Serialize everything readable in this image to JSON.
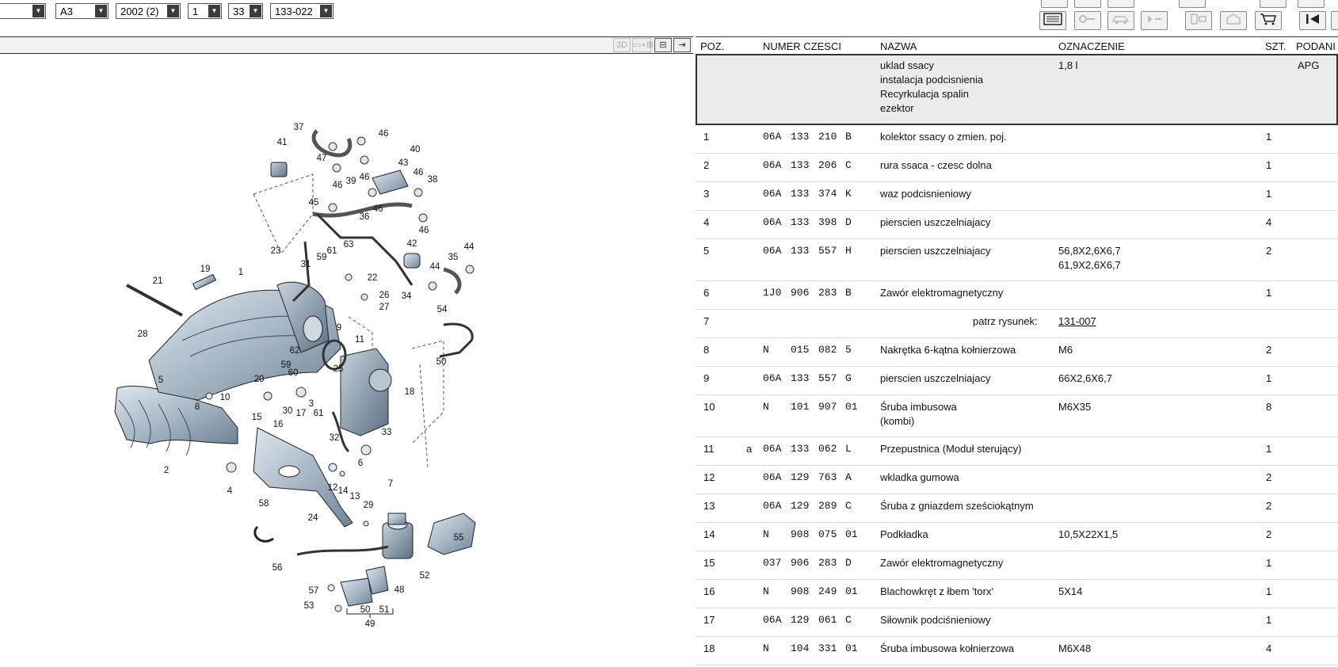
{
  "selectors": [
    {
      "value": ""
    },
    {
      "value": "A3"
    },
    {
      "value": "2002 (2)"
    },
    {
      "value": "1"
    },
    {
      "value": "33"
    },
    {
      "value": "133-022"
    }
  ],
  "strip_buttons": [
    "3D",
    "▭+⊞",
    "⊟",
    "⇥"
  ],
  "table": {
    "headers": {
      "pos": "POZ.",
      "part_number": "NUMER CZESCI",
      "name": "NAZWA",
      "designation": "OZNACZENIE",
      "qty": "SZT.",
      "given": "PODANI"
    },
    "header_box": {
      "names": [
        "uklad ssacy",
        "instalacja podcisnienia",
        "Recyrkulacja spalin",
        "ezektor"
      ],
      "designation": "1,8 l",
      "given": "APG"
    },
    "rows": [
      {
        "pos": "1",
        "flag": "",
        "pn1": "06A",
        "pn2": "133",
        "pn3": "210",
        "pn4": "B",
        "name": "kolektor ssacy o zmien. poj.",
        "name2": "",
        "desc": "",
        "desc2": "",
        "qty": "1"
      },
      {
        "pos": "2",
        "flag": "",
        "pn1": "06A",
        "pn2": "133",
        "pn3": "206",
        "pn4": "C",
        "name": "rura ssaca - czesc dolna",
        "name2": "",
        "desc": "",
        "desc2": "",
        "qty": "1"
      },
      {
        "pos": "3",
        "flag": "",
        "pn1": "06A",
        "pn2": "133",
        "pn3": "374",
        "pn4": "K",
        "name": "waz podcisnieniowy",
        "name2": "",
        "desc": "",
        "desc2": "",
        "qty": "1"
      },
      {
        "pos": "4",
        "flag": "",
        "pn1": "06A",
        "pn2": "133",
        "pn3": "398",
        "pn4": "D",
        "name": "pierscien uszczelniajacy",
        "name2": "",
        "desc": "",
        "desc2": "",
        "qty": "4"
      },
      {
        "pos": "5",
        "flag": "",
        "pn1": "06A",
        "pn2": "133",
        "pn3": "557",
        "pn4": "H",
        "name": "pierscien uszczelniajacy",
        "name2": "",
        "desc": "56,8X2,6X6,7",
        "desc2": "61,9X2,6X6,7",
        "qty": "2"
      },
      {
        "pos": "6",
        "flag": "",
        "pn1": "1J0",
        "pn2": "906",
        "pn3": "283",
        "pn4": "B",
        "name": "Zawór elektromagnetyczny",
        "name2": "",
        "desc": "",
        "desc2": "",
        "qty": "1"
      },
      {
        "pos": "7",
        "flag": "",
        "pn1": "",
        "pn2": "",
        "pn3": "",
        "pn4": "",
        "name": "",
        "name2": "",
        "desc": "",
        "desc2": "",
        "qty": "",
        "see_label": "patrz rysunek:",
        "see_link": "131-007"
      },
      {
        "pos": "8",
        "flag": "",
        "pn1": "N",
        "pn2": "015",
        "pn3": "082",
        "pn4": "5",
        "name": "Nakrętka 6-kątna kołnierzowa",
        "name2": "",
        "desc": "M6",
        "desc2": "",
        "qty": "2"
      },
      {
        "pos": "9",
        "flag": "",
        "pn1": "06A",
        "pn2": "133",
        "pn3": "557",
        "pn4": "G",
        "name": "pierscien uszczelniajacy",
        "name2": "",
        "desc": "66X2,6X6,7",
        "desc2": "",
        "qty": "1"
      },
      {
        "pos": "10",
        "flag": "",
        "pn1": "N",
        "pn2": "101",
        "pn3": "907",
        "pn4": "01",
        "name": "Śruba imbusowa",
        "name2": "(kombi)",
        "desc": "M6X35",
        "desc2": "",
        "qty": "8"
      },
      {
        "pos": "11",
        "flag": "a",
        "pn1": "06A",
        "pn2": "133",
        "pn3": "062",
        "pn4": "L",
        "name": "Przepustnica (Moduł sterujący)",
        "name2": "",
        "desc": "",
        "desc2": "",
        "qty": "1"
      },
      {
        "pos": "12",
        "flag": "",
        "pn1": "06A",
        "pn2": "129",
        "pn3": "763",
        "pn4": "A",
        "name": "wkladka gumowa",
        "name2": "",
        "desc": "",
        "desc2": "",
        "qty": "2"
      },
      {
        "pos": "13",
        "flag": "",
        "pn1": "06A",
        "pn2": "129",
        "pn3": "289",
        "pn4": "C",
        "name": "Śruba z gniazdem sześciokątnym",
        "name2": "",
        "desc": "",
        "desc2": "",
        "qty": "2"
      },
      {
        "pos": "14",
        "flag": "",
        "pn1": "N",
        "pn2": "908",
        "pn3": "075",
        "pn4": "01",
        "name": "Podkładka",
        "name2": "",
        "desc": "10,5X22X1,5",
        "desc2": "",
        "qty": "2"
      },
      {
        "pos": "15",
        "flag": "",
        "pn1": "037",
        "pn2": "906",
        "pn3": "283",
        "pn4": "D",
        "name": "Zawór elektromagnetyczny",
        "name2": "",
        "desc": "",
        "desc2": "",
        "qty": "1"
      },
      {
        "pos": "16",
        "flag": "",
        "pn1": "N",
        "pn2": "908",
        "pn3": "249",
        "pn4": "01",
        "name": "Blachowkręt z łbem 'torx'",
        "name2": "",
        "desc": "5X14",
        "desc2": "",
        "qty": "1"
      },
      {
        "pos": "17",
        "flag": "",
        "pn1": "06A",
        "pn2": "129",
        "pn3": "061",
        "pn4": "C",
        "name": "Siłownik podciśnieniowy",
        "name2": "",
        "desc": "",
        "desc2": "",
        "qty": "1"
      },
      {
        "pos": "18",
        "flag": "",
        "pn1": "N",
        "pn2": "104",
        "pn3": "331",
        "pn4": "01",
        "name": "Śruba imbusowa kołnierzowa",
        "name2": "",
        "desc": "M6X48",
        "desc2": "",
        "qty": "4"
      }
    ]
  },
  "diagram": {
    "callouts": [
      {
        "n": "37"
      },
      {
        "n": "46"
      },
      {
        "n": "40"
      },
      {
        "n": "41"
      },
      {
        "n": "47"
      },
      {
        "n": "43"
      },
      {
        "n": "46"
      },
      {
        "n": "39"
      },
      {
        "n": "46"
      },
      {
        "n": "46"
      },
      {
        "n": "38"
      },
      {
        "n": "45"
      },
      {
        "n": "46"
      },
      {
        "n": "36"
      },
      {
        "n": "46"
      },
      {
        "n": "63"
      },
      {
        "n": "42"
      },
      {
        "n": "35"
      },
      {
        "n": "44"
      },
      {
        "n": "23"
      },
      {
        "n": "59"
      },
      {
        "n": "61"
      },
      {
        "n": "31"
      },
      {
        "n": "22"
      },
      {
        "n": "44"
      },
      {
        "n": "21"
      },
      {
        "n": "19"
      },
      {
        "n": "1"
      },
      {
        "n": "26"
      },
      {
        "n": "27"
      },
      {
        "n": "34"
      },
      {
        "n": "54"
      },
      {
        "n": "28"
      },
      {
        "n": "9"
      },
      {
        "n": "11"
      },
      {
        "n": "62"
      },
      {
        "n": "59"
      },
      {
        "n": "60"
      },
      {
        "n": "25"
      },
      {
        "n": "50"
      },
      {
        "n": "5"
      },
      {
        "n": "20"
      },
      {
        "n": "10"
      },
      {
        "n": "8"
      },
      {
        "n": "18"
      },
      {
        "n": "15"
      },
      {
        "n": "16"
      },
      {
        "n": "30"
      },
      {
        "n": "17"
      },
      {
        "n": "3"
      },
      {
        "n": "61"
      },
      {
        "n": "32"
      },
      {
        "n": "33"
      },
      {
        "n": "2"
      },
      {
        "n": "6"
      },
      {
        "n": "4"
      },
      {
        "n": "12"
      },
      {
        "n": "14"
      },
      {
        "n": "13"
      },
      {
        "n": "7"
      },
      {
        "n": "58"
      },
      {
        "n": "29"
      },
      {
        "n": "24"
      },
      {
        "n": "55"
      },
      {
        "n": "56"
      },
      {
        "n": "52"
      },
      {
        "n": "57"
      },
      {
        "n": "48"
      },
      {
        "n": "53"
      },
      {
        "n": "50"
      },
      {
        "n": "51"
      },
      {
        "n": "49"
      }
    ]
  }
}
